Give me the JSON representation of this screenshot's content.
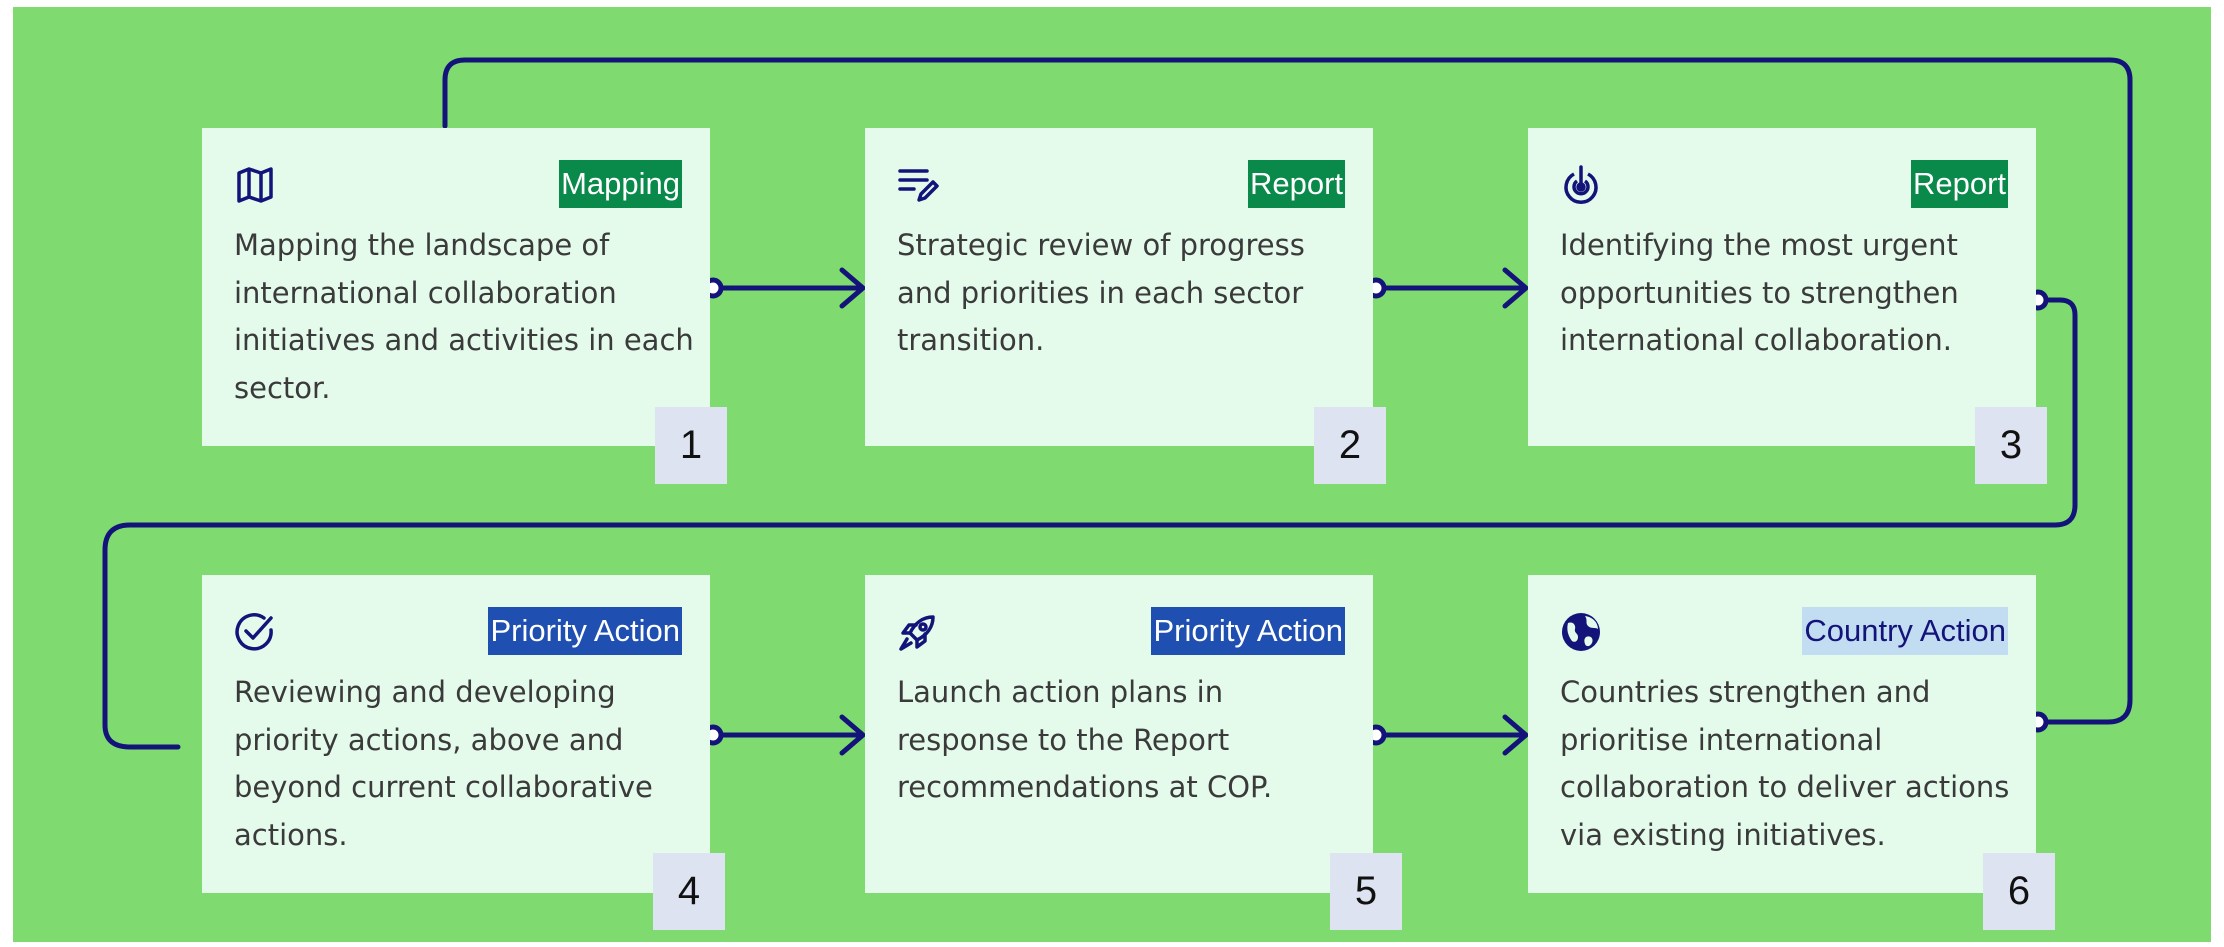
{
  "colors": {
    "panel_bg": "#7fdb6f",
    "card_bg": "#e4fbec",
    "connector": "#13137a",
    "badge_bg": "#dde3f0",
    "tag_green": "#0a8a4a",
    "tag_blue": "#1f4fb0",
    "tag_light": "#c2dcf2"
  },
  "steps": [
    {
      "number": "1",
      "icon": "map-icon",
      "tag": "Mapping",
      "tag_style": "green",
      "text": "Mapping the landscape of international collaboration initiatives and activities in each sector."
    },
    {
      "number": "2",
      "icon": "notes-pen-icon",
      "tag": "Report",
      "tag_style": "green",
      "text": "Strategic review of progress and priorities in each sector transition."
    },
    {
      "number": "3",
      "icon": "target-icon",
      "tag": "Report",
      "tag_style": "green",
      "text": "Identifying the most urgent opportunities to strengthen international collaboration."
    },
    {
      "number": "4",
      "icon": "check-circle-icon",
      "tag": "Priority Action",
      "tag_style": "blue",
      "text": "Reviewing and developing priority actions, above and beyond current collaborative actions."
    },
    {
      "number": "5",
      "icon": "rocket-icon",
      "tag": "Priority Action",
      "tag_style": "blue",
      "text": "Launch action plans in response to the Report recommendations at COP."
    },
    {
      "number": "6",
      "icon": "globe-icon",
      "tag": "Country Action",
      "tag_style": "light",
      "text": "Countries strengthen and prioritise international collaboration to deliver actions via existing initiatives."
    }
  ]
}
